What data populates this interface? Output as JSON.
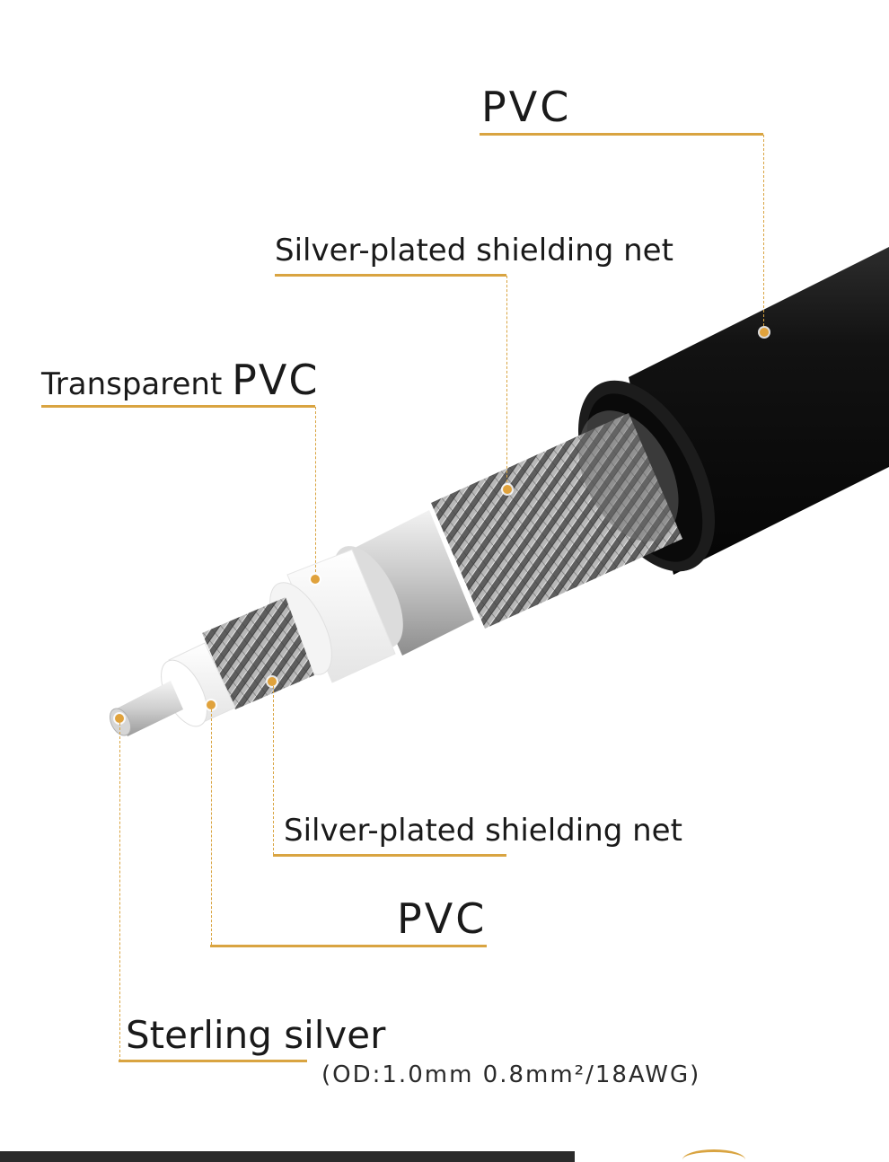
{
  "labels": {
    "outer_jacket": "PVC",
    "outer_shield": "Silver-plated shielding net",
    "transparent_layer_prefix": "Transparent",
    "transparent_layer_material": "PVC",
    "inner_shield": "Silver-plated shielding net",
    "inner_insulation": "PVC",
    "conductor": "Sterling silver",
    "conductor_spec": "(OD:1.0mm 0.8mm²/18AWG)"
  },
  "colors": {
    "accent": "#d9a441",
    "dot": "#e0a23c",
    "jacket": "#0d0d0d",
    "braid": "#8a8a8a"
  }
}
